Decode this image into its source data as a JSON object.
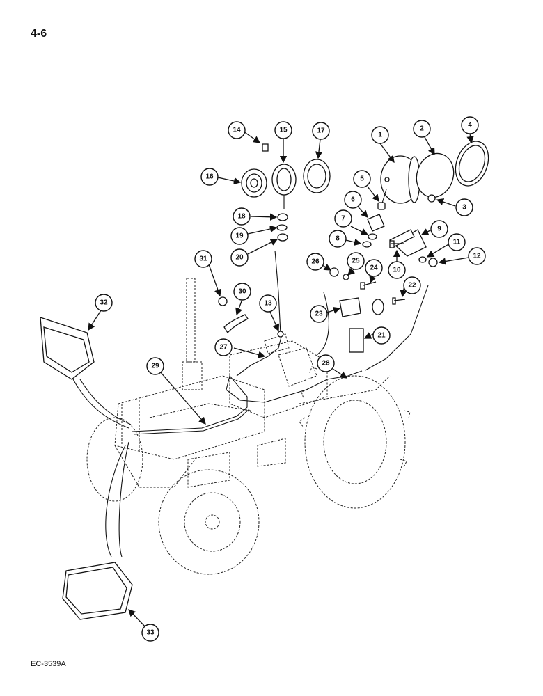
{
  "page": {
    "number": "4-6",
    "figure_code": "EC-3539A"
  },
  "callouts": [
    "1",
    "2",
    "3",
    "4",
    "5",
    "6",
    "7",
    "8",
    "9",
    "10",
    "11",
    "12",
    "13",
    "14",
    "15",
    "16",
    "17",
    "18",
    "19",
    "20",
    "21",
    "22",
    "23",
    "24",
    "25",
    "26",
    "27",
    "28",
    "29",
    "30",
    "31",
    "32",
    "33"
  ]
}
